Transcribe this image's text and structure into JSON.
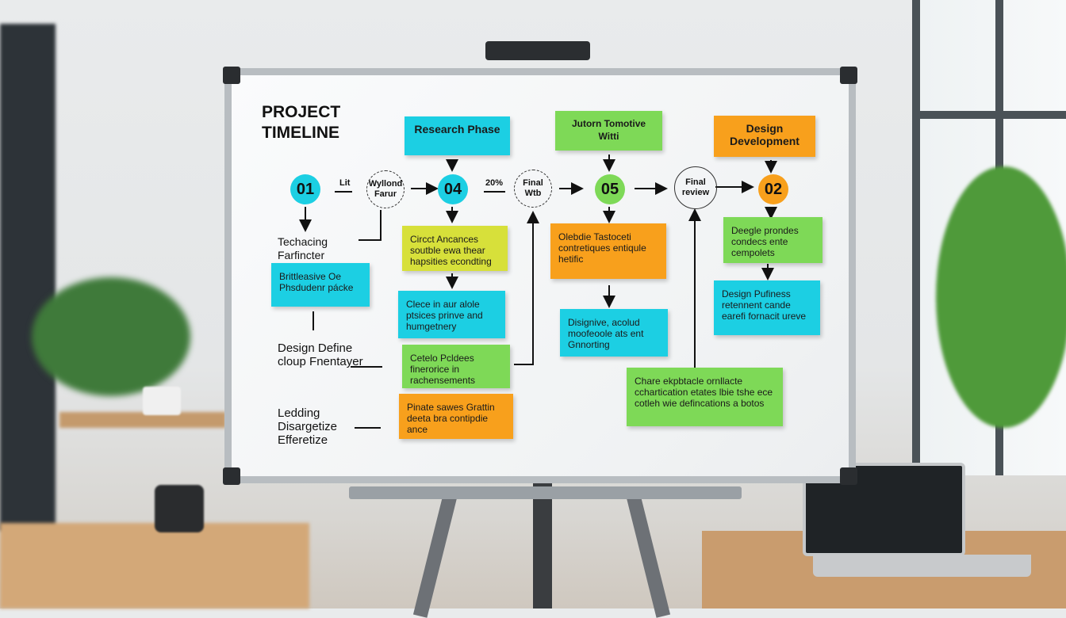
{
  "board": {
    "title": [
      "PROJECT",
      "TIMELINE"
    ],
    "headers": [
      {
        "text": "Research Phase",
        "color": "#1ccfe3"
      },
      {
        "text": "Jutorn Tomotive Witti",
        "color": "#7ed957"
      },
      {
        "text": "Design Development",
        "color": "#f8a01c"
      }
    ],
    "milestones": [
      "01",
      "04",
      "05",
      "02"
    ],
    "circles": [
      "Wyllond Farur",
      "Final Wtb",
      "Final review"
    ],
    "connector_labels": [
      "Lit",
      "20%"
    ],
    "side_labels": [
      "Techacing Farfincter",
      "Design Define cloup Fnentayer",
      "Ledding Disargetize Efferetize"
    ],
    "notes": [
      "Brittleasive Oe Phsdudenr pácke",
      "Circct Ancances soutble ewa thear hapsities econdting",
      "Clece in aur alole ptsices prinve and humgetnery",
      "Cetelo Pcldees finerorice in rachensements",
      "Pinate sawes Grattin deeta bra contipdie ance",
      "Olebdie Tastoceti contretiques entiqule hetific",
      "Disignive, acolud moofeoole ats ent Gnnorting",
      "Deegle prondes condecs ente cempolets",
      "Design Pufiness retennent cande earefi fornacit ureve",
      "Chare ekpbtacle ornllacte cchartication etates lbie tshe ece cotleh wie defincations a botos"
    ]
  }
}
